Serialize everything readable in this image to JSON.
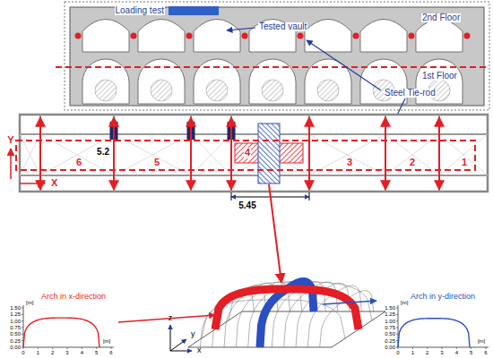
{
  "diagram": {
    "labels": [
      "Loading test",
      "Tested vault",
      "2nd Floor",
      "1st Floor",
      "Steel Tie-rod",
      "Y",
      "X",
      "6",
      "5.2",
      "5",
      "4",
      "3",
      "2",
      "1",
      "5.45",
      "Arch in x-direction",
      "Arch in y-direction",
      "1.50",
      "1.25",
      "1.00",
      "0.75",
      "0.50",
      "0.25",
      "0.00",
      "[m]",
      "0",
      "1",
      "2",
      "3",
      "4",
      "5",
      "6",
      "[m]",
      "1.50",
      "1.25",
      "1.00",
      "0.75",
      "0.50",
      "0.25",
      "0.00",
      "[m]",
      "0",
      "1",
      "2",
      "3",
      "4",
      "5",
      "6",
      "[m]",
      "z",
      "y",
      "x"
    ]
  }
}
